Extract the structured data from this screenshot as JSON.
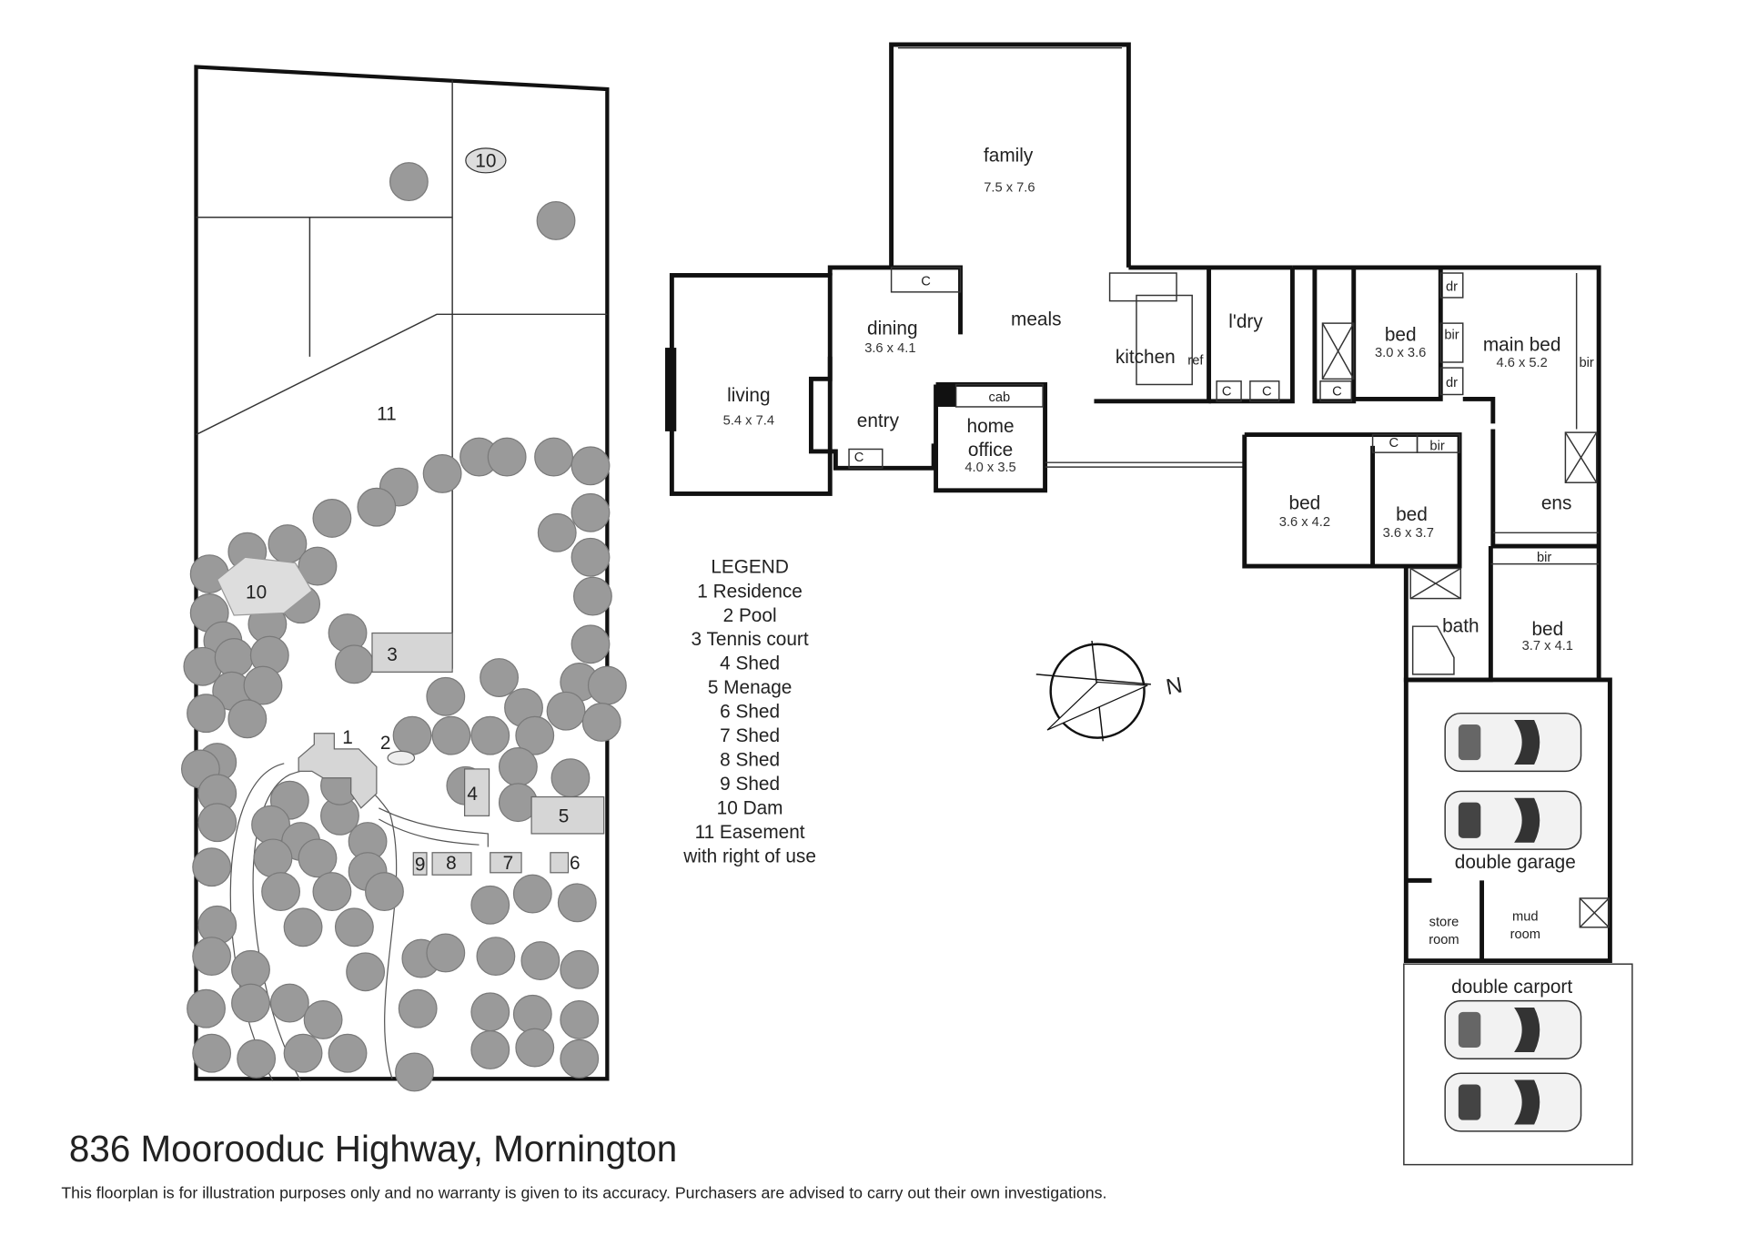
{
  "title": "836 Moorooduc Highway, Mornington",
  "disclaimer": "This floorplan is for illustration purposes only and no warranty is given to its accuracy. Purchasers are advised to carry out their own investigations.",
  "legend": {
    "heading": "LEGEND",
    "items": [
      "1  Residence",
      "2  Pool",
      "3  Tennis court",
      "4  Shed",
      "5  Menage",
      "6  Shed",
      "7  Shed",
      "8  Shed",
      "9  Shed",
      "10  Dam",
      "11  Easement",
      "with right of use"
    ]
  },
  "site_labels": {
    "dam_top": "10",
    "dam_left": "10",
    "easement": "11",
    "court": "3",
    "residence": "1",
    "pool": "2",
    "shed4": "4",
    "menage": "5",
    "shed6": "6",
    "shed7": "7",
    "shed8": "8",
    "shed9": "9"
  },
  "rooms": {
    "family": {
      "name": "family",
      "dim": "7.5 x 7.6"
    },
    "living": {
      "name": "living",
      "dim": "5.4 x 7.4"
    },
    "dining": {
      "name": "dining",
      "dim": "3.6 x 4.1"
    },
    "meals": {
      "name": "meals"
    },
    "entry": {
      "name": "entry"
    },
    "home_office": {
      "name1": "home",
      "name2": "office",
      "dim": "4.0 x 3.5"
    },
    "kitchen": {
      "name": "kitchen",
      "ref": "ref"
    },
    "laundry": {
      "name": "l'dry"
    },
    "bed2": {
      "name": "bed",
      "dim": "3.0 x 3.6"
    },
    "main_bed": {
      "name": "main bed",
      "dim": "4.6 x 5.2"
    },
    "bed3": {
      "name": "bed",
      "dim": "3.6 x 4.2"
    },
    "bed4": {
      "name": "bed",
      "dim": "3.6 x 3.7"
    },
    "ens": {
      "name": "ens"
    },
    "bath": {
      "name": "bath"
    },
    "bed5": {
      "name": "bed",
      "dim": "3.7 x 4.1"
    },
    "garage": {
      "name": "double garage"
    },
    "store": {
      "name1": "store",
      "name2": "room"
    },
    "mud": {
      "name1": "mud",
      "name2": "room"
    },
    "carport": {
      "name": "double carport"
    },
    "small": {
      "c": "C",
      "cab": "cab",
      "bir": "bir",
      "dr": "dr"
    }
  },
  "compass": {
    "label": "N"
  }
}
